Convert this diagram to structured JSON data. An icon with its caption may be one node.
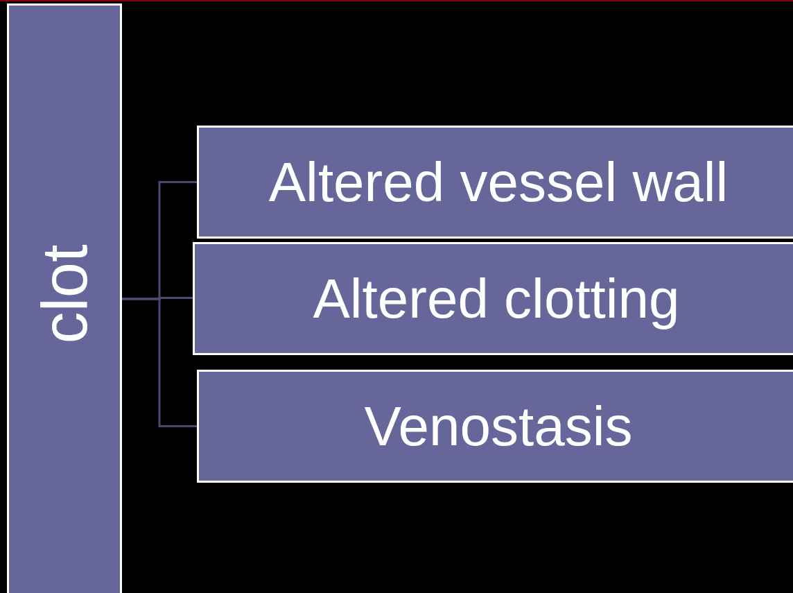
{
  "diagram": {
    "nodes": [
      {
        "text": [
          "clot"
        ]
      },
      {
        "text": [
          "Altered vessel wall"
        ]
      },
      {
        "text": [
          "Altered clotting"
        ]
      },
      {
        "text": [
          "Venostasis"
        ]
      }
    ],
    "edges": [
      {
        "from": 0,
        "to": 1,
        "arrow": "none"
      },
      {
        "from": 0,
        "to": 2,
        "arrow": "none"
      },
      {
        "from": 0,
        "to": 3,
        "arrow": "none"
      }
    ]
  }
}
